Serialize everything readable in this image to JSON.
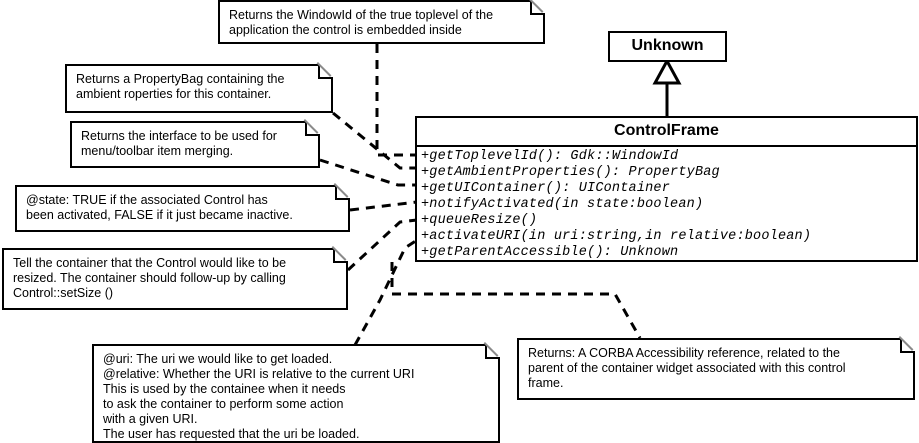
{
  "diagram": {
    "title": "ControlFrame UML class diagram",
    "stroke_color": "#000000",
    "background_color": "#ffffff",
    "fold_shadow_color": "#8a8a8a"
  },
  "classes": {
    "parent": {
      "name": "Unknown"
    },
    "main": {
      "name": "ControlFrame",
      "operations": [
        "+getToplevelId(): Gdk::WindowId",
        "+getAmbientProperties(): PropertyBag",
        "+getUIContainer(): UIContainer",
        "+notifyActivated(in state:boolean)",
        "+queueResize()",
        "+activateURI(in uri:string,in relative:boolean)",
        "+getParentAccessible(): Unknown"
      ]
    }
  },
  "notes": [
    {
      "id": "note-toplevel-id",
      "text": "Returns the WindowId of the true toplevel of the\napplication the control is embedded inside"
    },
    {
      "id": "note-ambient-properties",
      "text": "Returns a PropertyBag containing the\nambient roperties for this container."
    },
    {
      "id": "note-ui-container",
      "text": "Returns the interface to be used for\nmenu/toolbar item merging."
    },
    {
      "id": "note-notify-activated",
      "text": "@state: TRUE if the associated Control has\nbeen activated, FALSE if it just became inactive."
    },
    {
      "id": "note-queue-resize",
      "text": "Tell the container that the Control would like to be\nresized.  The container should follow-up by calling\nControl::setSize ()"
    },
    {
      "id": "note-activate-uri",
      "text": "@uri: The uri we would like to get loaded.\n@relative: Whether the URI is relative to the current URI\nThis is used by the containee when it needs\nto ask the container to perform some action\nwith a given URI.\nThe user has requested that the uri be loaded."
    },
    {
      "id": "note-parent-accessible",
      "text": "Returns: A CORBA Accessibility reference, related to the\nparent of the container widget associated with this control\nframe."
    }
  ]
}
